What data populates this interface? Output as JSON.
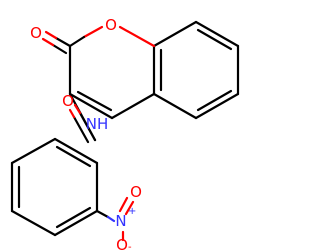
{
  "molecule": {
    "atoms": {
      "ring_oxygen": "O",
      "carbonyl_oxygen": "O",
      "amide_oxygen": "O",
      "amide_nh": "NH",
      "nitro_n": "N",
      "nitro_o_double": "O",
      "nitro_o_single": "O"
    },
    "charges": {
      "nitro_n": "+",
      "nitro_o_single": "-"
    }
  },
  "colors": {
    "oxygen": "#ff0000",
    "nitrogen": "#3333ff",
    "bond": "#000000",
    "background": "#ffffff"
  }
}
